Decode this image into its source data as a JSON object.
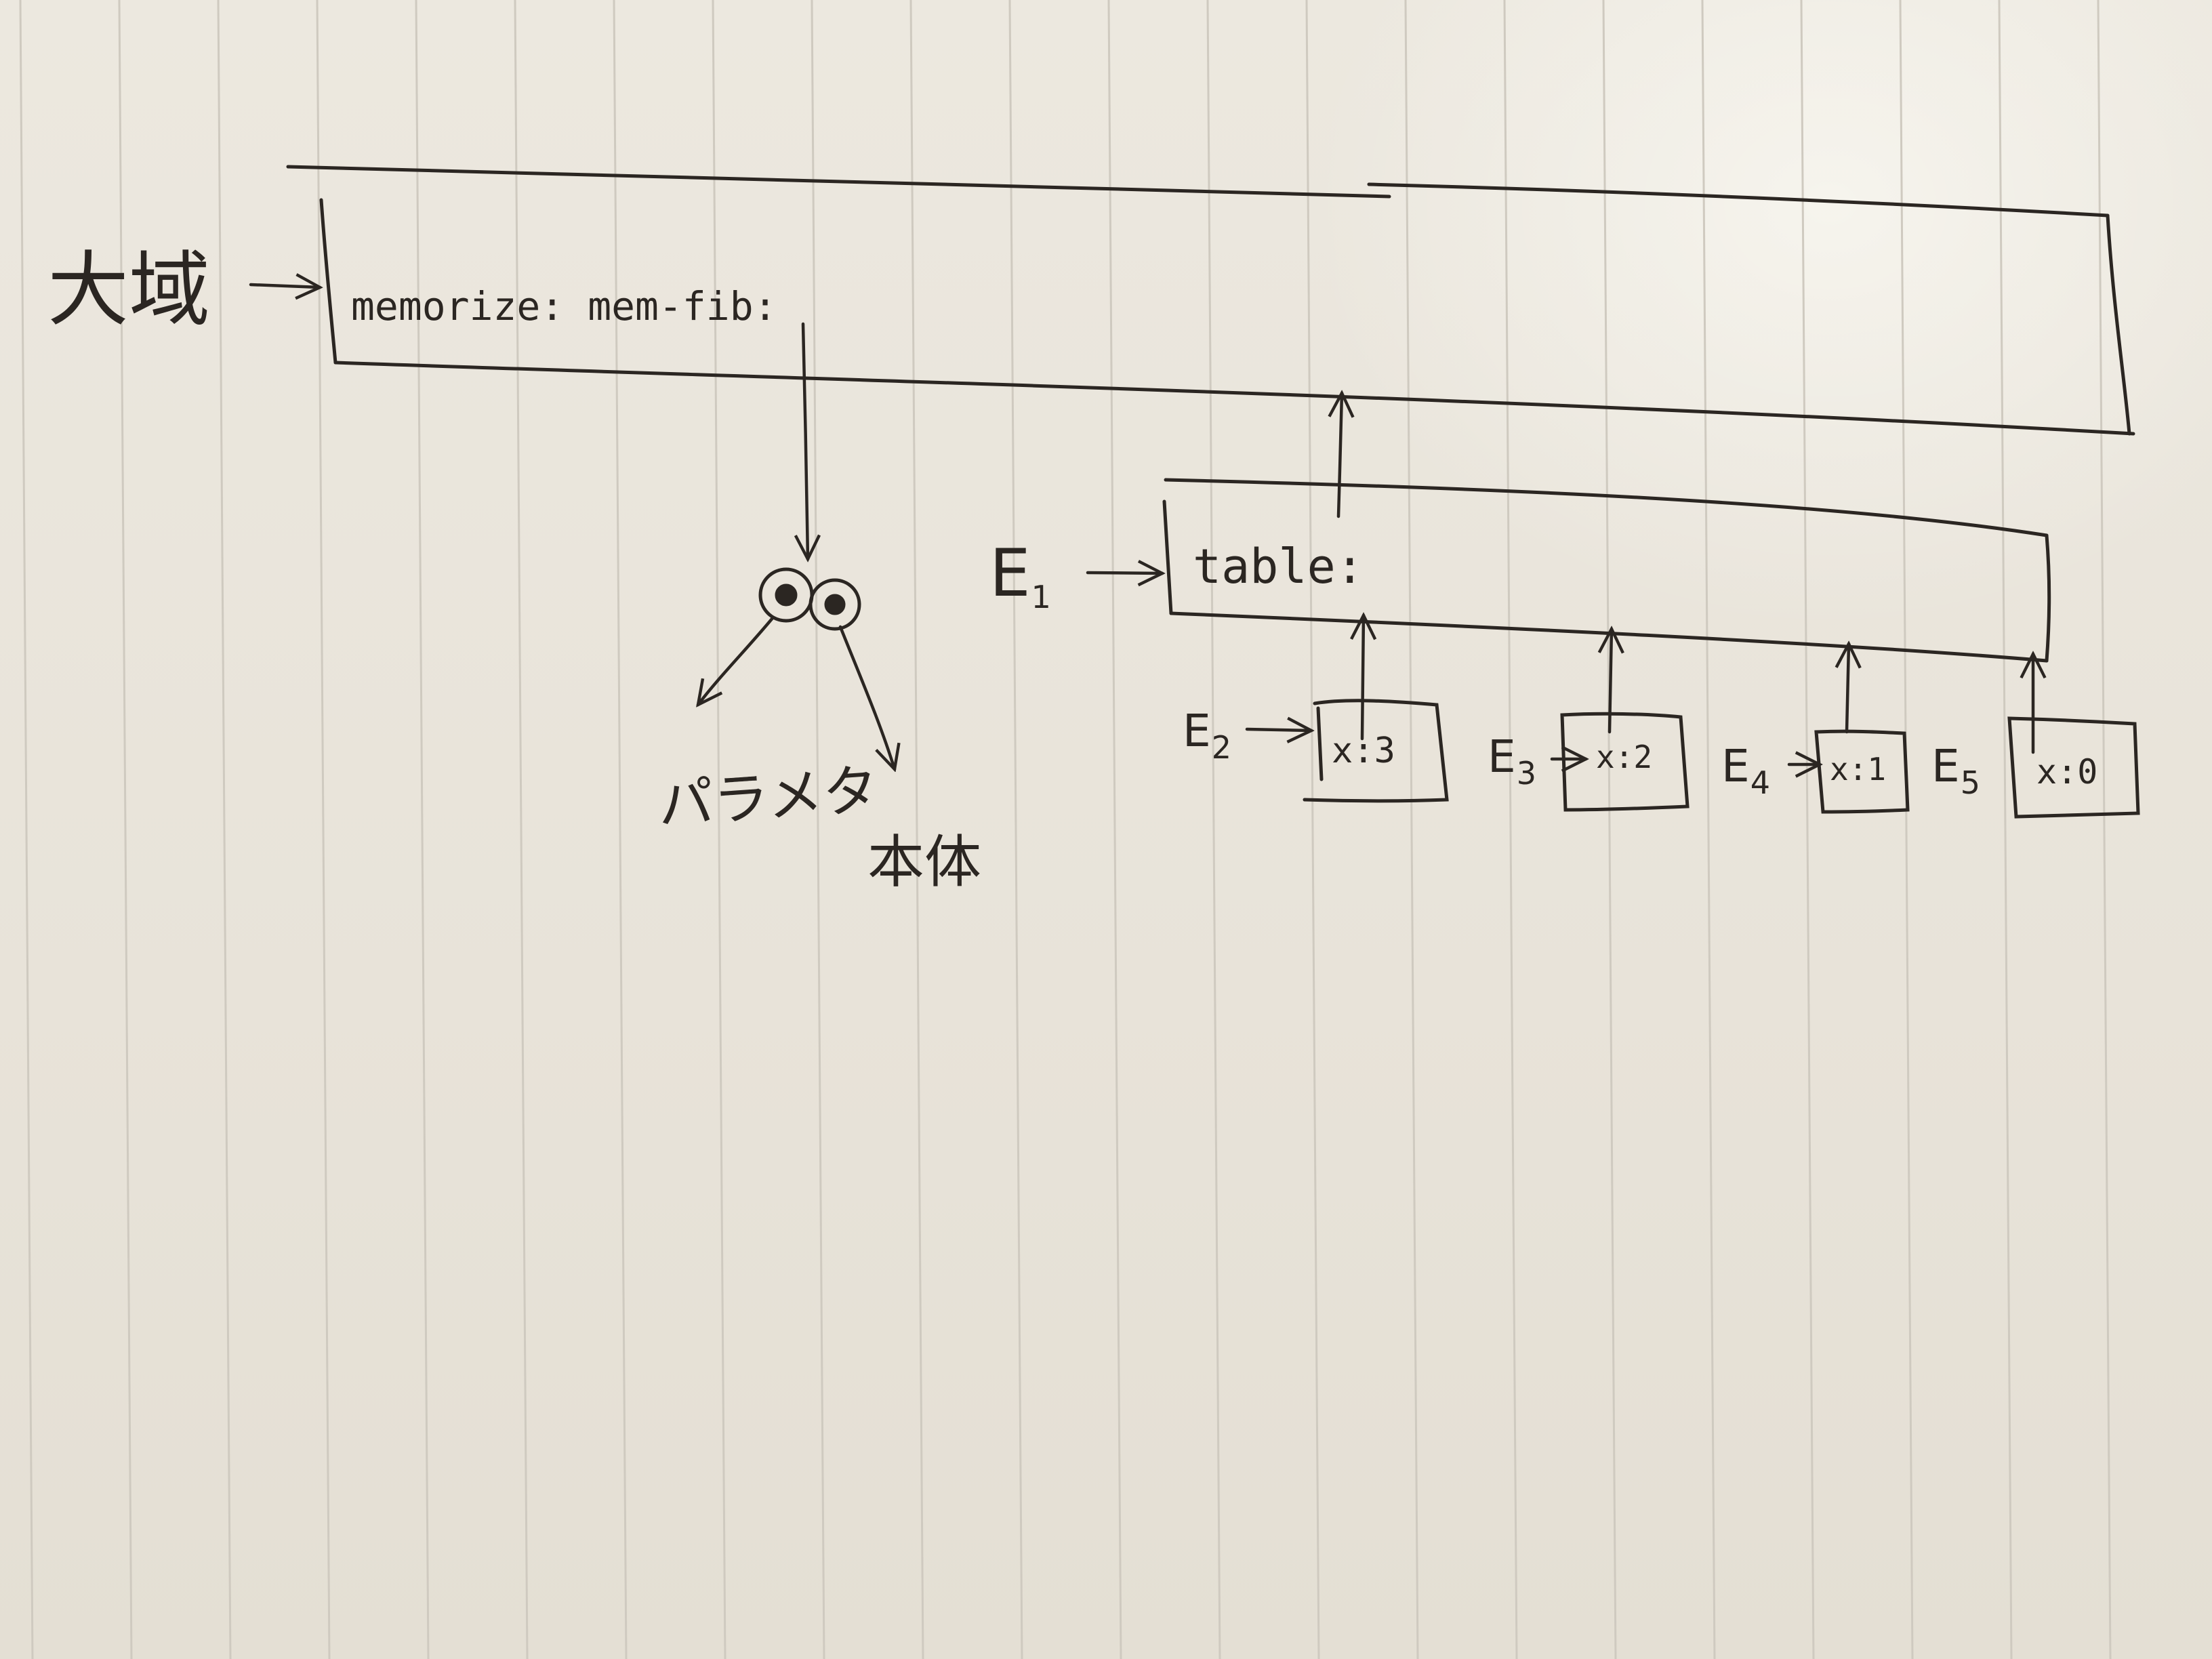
{
  "global_env": {
    "label": "大域",
    "binding": "memorize: mem-fib:"
  },
  "procedure": {
    "param_label": "パラメタ",
    "body_label": "本体"
  },
  "e1": {
    "label": "E",
    "index": "1",
    "binding": "table:"
  },
  "frames": [
    {
      "label": "E",
      "index": "2",
      "binding": "x:3"
    },
    {
      "label": "E",
      "index": "3",
      "binding": "x:2"
    },
    {
      "label": "E",
      "index": "4",
      "binding": "x:1"
    },
    {
      "label": "E",
      "index": "5",
      "binding": "x:0"
    }
  ],
  "colors": {
    "paper": "#e9e5dc",
    "rule": "#cfcac0",
    "ink": "#2b2622"
  }
}
